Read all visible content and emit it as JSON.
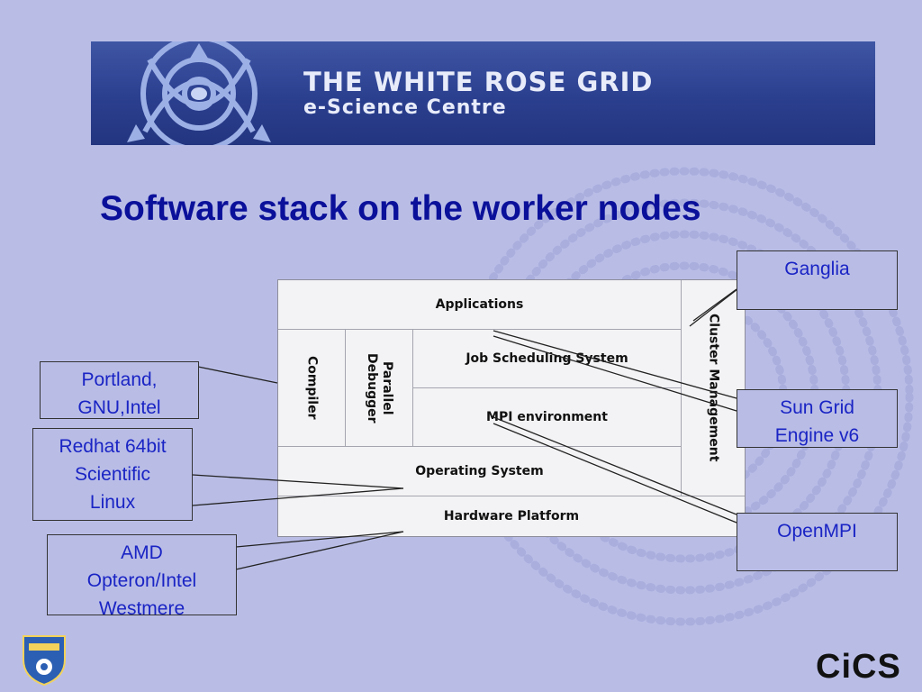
{
  "banner": {
    "title": "THE WHITE ROSE GRID",
    "subtitle": "e-Science Centre"
  },
  "slide": {
    "title": "Software stack on the worker nodes"
  },
  "stack": {
    "applications": "Applications",
    "compiler": "Compiler",
    "parallel_debugger": "Parallel\nDebugger",
    "job_scheduling": "Job Scheduling System",
    "mpi_environment": "MPI environment",
    "operating_system": "Operating System",
    "hardware_platform": "Hardware Platform",
    "cluster_management": "Cluster Management"
  },
  "callouts": {
    "ganglia": "Ganglia",
    "portland": "Portland,\nGNU,Intel",
    "redhat": "Redhat 64bit\nScientific\nLinux",
    "amd": "AMD\nOpteron/Intel\nWestmere",
    "sungrid": "Sun Grid\nEngine v6",
    "openmpi": "OpenMPI"
  },
  "footer": {
    "cics": "CiCS"
  },
  "colors": {
    "background": "#b9bde6",
    "title": "#0b109a",
    "callout_text": "#1a24c4",
    "banner": "#2b3f8f"
  }
}
